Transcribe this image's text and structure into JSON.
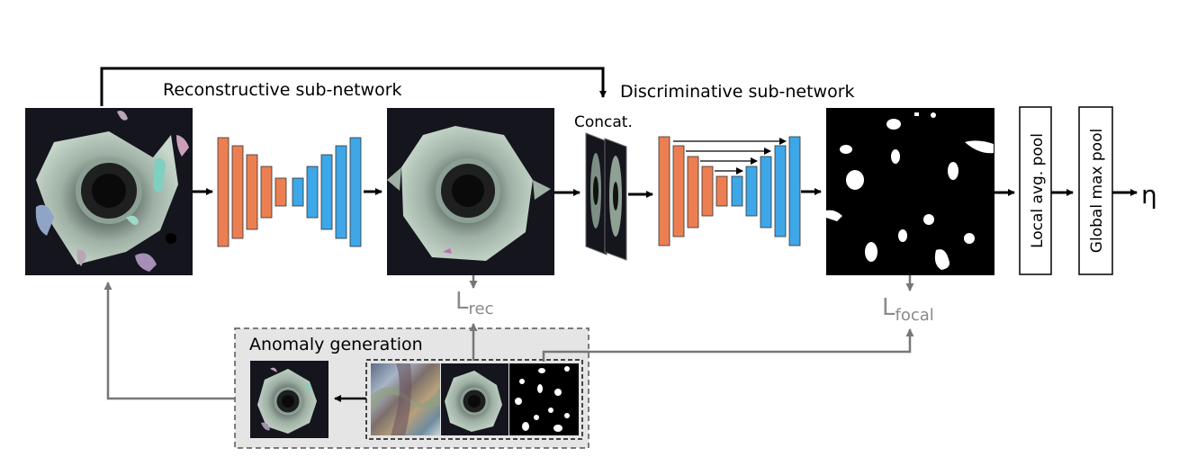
{
  "labels": {
    "reconstructive": "Reconstructive sub-network",
    "discriminative": "Discriminative sub-network",
    "concat": "Concat.",
    "local_pool": "Local avg. pool",
    "global_pool": "Global max pool",
    "eta": "η",
    "loss_rec_main": "L",
    "loss_rec_sub": "rec",
    "loss_focal_main": "L",
    "loss_focal_sub": "focal",
    "anomaly_generation": "Anomaly generation"
  },
  "colors": {
    "encoder": "#ec7f52",
    "decoder": "#3da7e8",
    "arrow_black": "#000000",
    "arrow_grey": "#777777",
    "panel_bg": "#e5e5e5",
    "image_dark": "#15151d",
    "mask_bg": "#000000",
    "mask_blob": "#ffffff"
  }
}
